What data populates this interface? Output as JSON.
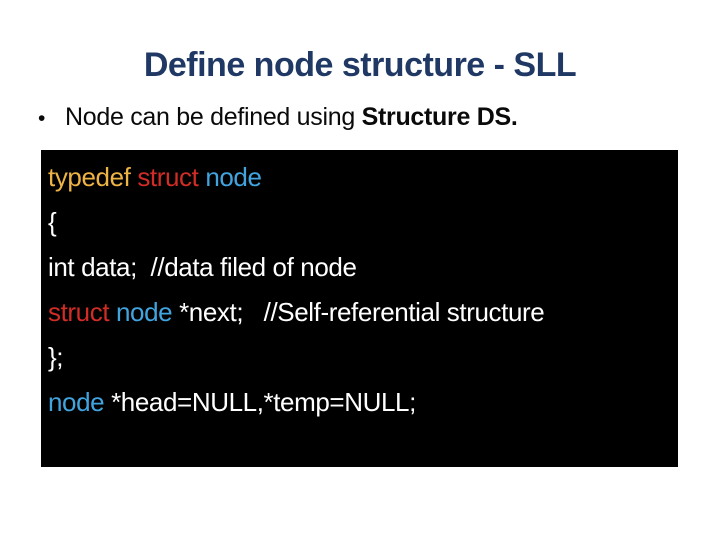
{
  "slide": {
    "title": "Define node structure - SLL",
    "bullet": {
      "marker": "•",
      "text": "Node can be defined using ",
      "text_bold": "Structure DS."
    }
  },
  "code": {
    "lines": [
      {
        "tokens": [
          {
            "t": "typedef ",
            "c": "#edb344"
          },
          {
            "t": "struct ",
            "c": "#d22c26"
          },
          {
            "t": "node",
            "c": "#41a4df"
          }
        ]
      },
      {
        "tokens": [
          {
            "t": "{",
            "c": "#ffffff"
          }
        ]
      },
      {
        "tokens": [
          {
            "t": "int data;  //data filed of node",
            "c": "#ffffff"
          }
        ]
      },
      {
        "tokens": [
          {
            "t": "struct ",
            "c": "#d22c26"
          },
          {
            "t": "node ",
            "c": "#41a4df"
          },
          {
            "t": "*next;   //Self-referential structure",
            "c": "#ffffff"
          }
        ]
      },
      {
        "tokens": [
          {
            "t": "};",
            "c": "#ffffff"
          }
        ]
      },
      {
        "tokens": [
          {
            "t": "node ",
            "c": "#41a4df"
          },
          {
            "t": "*head=NULL,*temp=NULL;",
            "c": "#ffffff"
          }
        ]
      }
    ]
  },
  "colors": {
    "page_bg": "#ffffff",
    "title": "#1f3864",
    "body_text": "#0a0a0a",
    "code_bg": "#000000",
    "code_default": "#ffffff",
    "code_gold": "#edb344",
    "code_red": "#d22c26",
    "code_blue": "#41a4df"
  }
}
